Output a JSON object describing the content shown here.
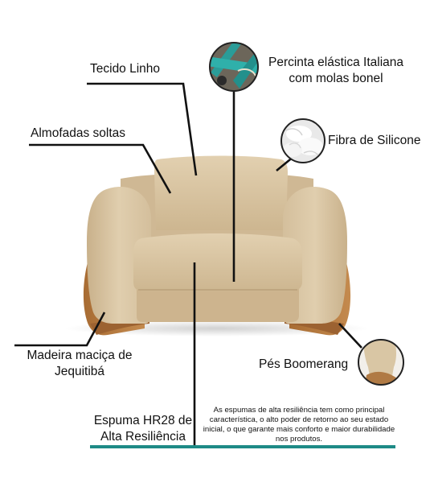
{
  "labels": {
    "tecido": "Tecido Linho",
    "percinta_line1": "Percinta elástica Italiana",
    "percinta_line2": "com molas bonel",
    "almofadas": "Almofadas soltas",
    "fibra": "Fibra de Silicone",
    "madeira_line1": "Madeira maciça de",
    "madeira_line2": "Jequitibá",
    "pes": "Pés Boomerang",
    "espuma_line1": "Espuma HR28 de",
    "espuma_line2": "Alta Resiliência"
  },
  "note": "As espumas de alta resiliência tem como principal característica, o alto poder de retorno ao seu estado inicial, o que garante mais conforto e maior durabilidade nos produtos.",
  "icons": {
    "percinta": "elastic-webbing-photo",
    "fibra": "silicone-fiber-photo",
    "pes": "boomerang-foot-photo"
  },
  "colors": {
    "fabric": "#d8c4a2",
    "fabric_shadow": "#c2ab86",
    "wood": "#b57a40",
    "accent_bar": "#1e8a86",
    "line": "#111111"
  }
}
